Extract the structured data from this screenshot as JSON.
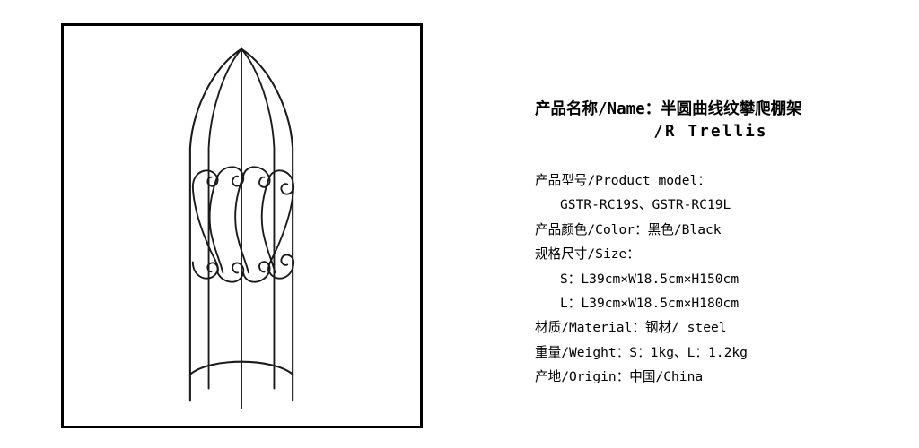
{
  "product_image": {
    "alt_name": "r-trellis-line-drawing",
    "description": "Black line drawing of an arched garden trellis with five vertical rails, a decorative S-scroll band across the middle and a curved lower cross brace",
    "stroke_color": "#1a1a1a",
    "background_color": "#ffffff",
    "border_color": "#000000"
  },
  "title": {
    "line1": "产品名称/Name：半圆曲线纹攀爬棚架",
    "line2": "/R Trellis"
  },
  "specs": [
    {
      "label": "产品型号/Product model：",
      "indent": false
    },
    {
      "label": "GSTR-RC19S、GSTR-RC19L",
      "indent": true
    },
    {
      "label": "产品颜色/Color：黑色/Black",
      "indent": false
    },
    {
      "label": "规格尺寸/Size：",
      "indent": false
    },
    {
      "label": "S：L39cm×W18.5cm×H150cm",
      "indent": true
    },
    {
      "label": "L：L39cm×W18.5cm×H180cm",
      "indent": true
    },
    {
      "label": "材质/Material：钢材/ steel",
      "indent": false
    },
    {
      "label": "重量/Weight：S：1kg、L：1.2kg",
      "indent": false
    },
    {
      "label": "产地/Origin：中国/China",
      "indent": false
    }
  ]
}
